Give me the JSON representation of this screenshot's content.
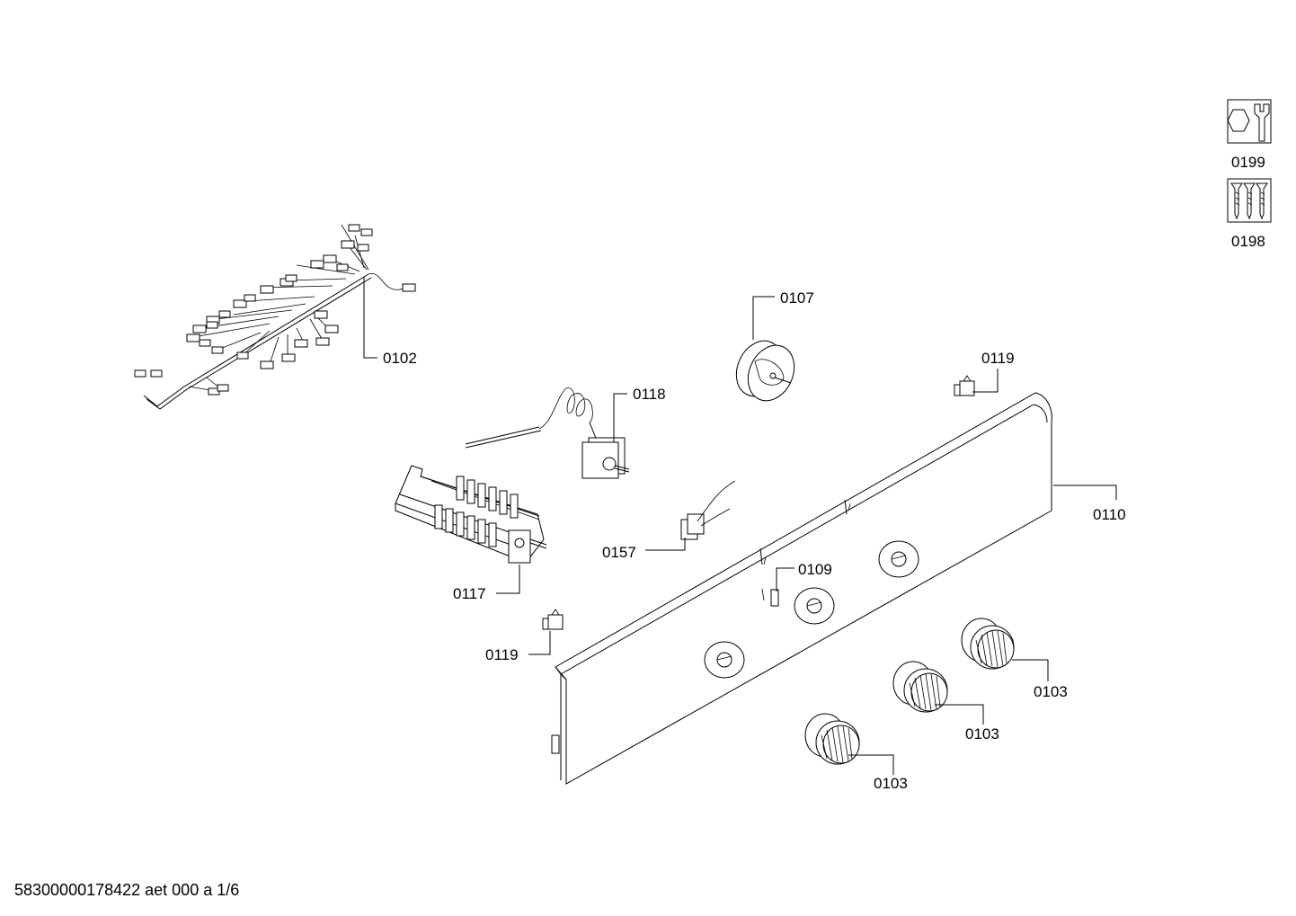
{
  "legend": {
    "service_kit": {
      "icon": "wrench-nut-icon",
      "code": "0199"
    },
    "screw_kit": {
      "icon": "screws-icon",
      "code": "0198"
    }
  },
  "callouts": {
    "c0102": "0102",
    "c0107": "0107",
    "c0118": "0118",
    "c0119_top": "0119",
    "c0110": "0110",
    "c0157": "0157",
    "c0109": "0109",
    "c0117": "0117",
    "c0119_left": "0119",
    "c0103_right": "0103",
    "c0103_mid": "0103",
    "c0103_left": "0103"
  },
  "footer": "58300000178422 aet 000 a 1/6"
}
